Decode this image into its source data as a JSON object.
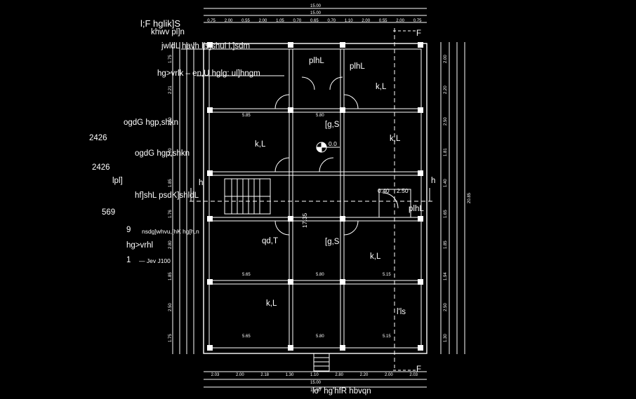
{
  "colors": {
    "background": "#000000",
    "lines": "#ffffff",
    "dim_lines": "#dddddd"
  },
  "left_labels": {
    "title_1": "l;F hglik]S",
    "title_2": "khwv pl]n",
    "stair_note": "jwldL havh ljs]shul l.]sdm",
    "floor_note": "hg>vrlk – en,U hglg: ul]hngm",
    "finish_1": "ogdG hgp,shkn",
    "dim_1": "2426",
    "finish_2": "ogdG hgp,shkn",
    "dim_2": "2426",
    "floor_type": "lpl]",
    "stair_height": "hf]shL psdK]shldL",
    "dim_3": "569",
    "dim_4": "9",
    "detail_note": "nsdg]whvu,[hK hg[h,n",
    "scale_label": "hg>vrhl",
    "scale_value": "1",
    "scale_unit": "— Jev J100"
  },
  "room_labels": {
    "room_top_center": "plhL",
    "room_top_right": "k,L",
    "room_mid_left": "k,L",
    "room_mid_center": "[g,S",
    "room_mid_right": "k,L",
    "room_low_left": "qd,T",
    "room_low_center": "[g,S",
    "room_low_right": "k,L",
    "room_bottom_left": "k,L",
    "room_bottom_right": "l'ls",
    "room_small": "plhL",
    "room_side_small": "plhL",
    "level_marker": "0.0"
  },
  "dimensions": {
    "overall_top": "15.00",
    "overall_top_2": "15.00",
    "overall_bottom": "15.00",
    "overall_bottom_2": "15.00",
    "vertical_total": "17.35",
    "vertical_total_right": "20.85",
    "top_segments": [
      "0.75",
      "2.00",
      "0.55",
      "2.00",
      "1.05",
      "0.70",
      "0.65",
      "0.70",
      "1.10",
      "2.00",
      "0.55",
      "2.00",
      "0.75"
    ],
    "bottom_segments": [
      "2.03",
      "2.00",
      "2.18",
      "1.30",
      "1.10",
      "2.80",
      "2.20",
      "2.00",
      "2.03"
    ],
    "right_segments": [
      "2.00",
      "2.20",
      "2.50",
      "1.81",
      "1.40",
      "1.65",
      "1.85",
      "1.94",
      "2.50",
      "1.30"
    ],
    "left_segments": [
      "1.75",
      "2.21",
      "2.60",
      "2.00",
      "1.85",
      "1.76",
      "2.80",
      "1.85",
      "2.50",
      "1.75"
    ],
    "room_widths": [
      "5.85",
      "5.80",
      "5.65",
      "5.80",
      "5.15",
      "5.65",
      "5.80",
      "5.15"
    ],
    "level_small": "2.50",
    "opening_small": "0.40"
  },
  "section_markers": {
    "section_top": "F",
    "section_bottom": "F",
    "axis_left": "h",
    "axis_right": "h"
  },
  "caption": "lo\" hg'hfR hbvqn"
}
